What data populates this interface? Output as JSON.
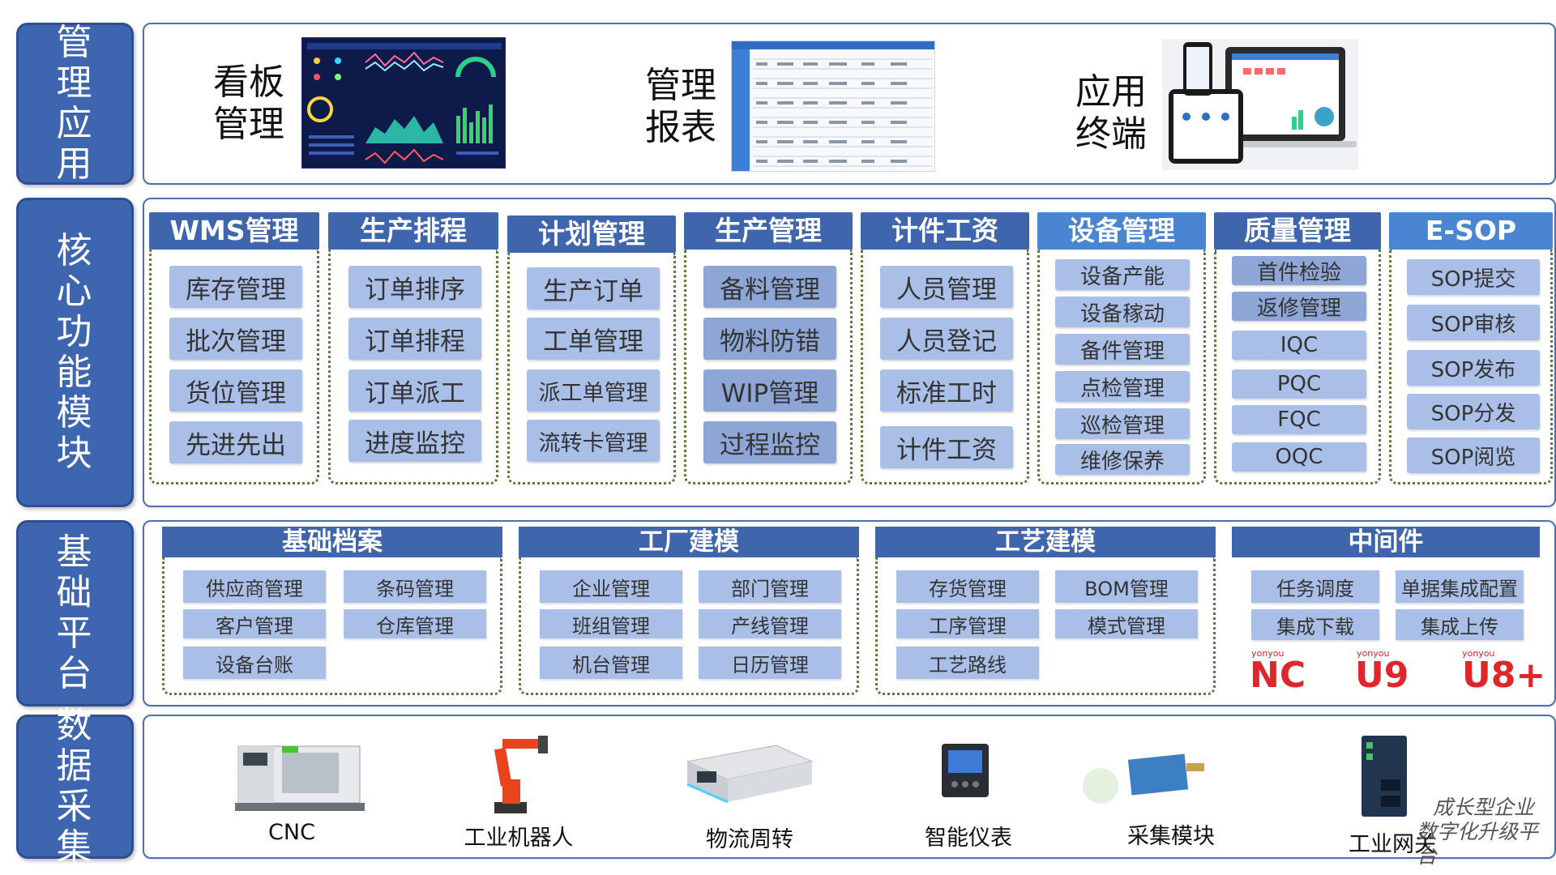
{
  "row_labels": {
    "management": "管理应用",
    "core": "核心功能模块",
    "base": "基础平台",
    "data": "数据采集"
  },
  "management_apps": [
    {
      "label": "看板管理"
    },
    {
      "label": "管理报表"
    },
    {
      "label": "应用终端"
    }
  ],
  "core_modules": [
    {
      "title": "WMS管理",
      "items": [
        "库存管理",
        "批次管理",
        "货位管理",
        "先进先出"
      ]
    },
    {
      "title": "生产排程",
      "items": [
        "订单排序",
        "订单排程",
        "订单派工",
        "进度监控"
      ]
    },
    {
      "title": "计划管理",
      "items": [
        "生产订单",
        "工单管理",
        "派工单管理",
        "流转卡管理"
      ]
    },
    {
      "title": "生产管理",
      "items": [
        "备料管理",
        "物料防错",
        "WIP管理",
        "过程监控"
      ]
    },
    {
      "title": "计件工资",
      "items": [
        "人员管理",
        "人员登记",
        "标准工时",
        "计件工资"
      ]
    },
    {
      "title": "设备管理",
      "items": [
        "设备产能",
        "设备稼动",
        "备件管理",
        "点检管理",
        "巡检管理",
        "维修保养"
      ]
    },
    {
      "title": "质量管理",
      "items": [
        "首件检验",
        "返修管理",
        "IQC",
        "PQC",
        "FQC",
        "OQC"
      ]
    },
    {
      "title": "E-SOP",
      "items": [
        "SOP提交",
        "SOP审核",
        "SOP发布",
        "SOP分发",
        "SOP阅览"
      ]
    }
  ],
  "base_groups": [
    {
      "title": "基础档案",
      "items": [
        "供应商管理",
        "条码管理",
        "客户管理",
        "仓库管理",
        "设备台账"
      ]
    },
    {
      "title": "工厂建模",
      "items": [
        "企业管理",
        "部门管理",
        "班组管理",
        "产线管理",
        "机台管理",
        "日历管理"
      ]
    },
    {
      "title": "工艺建模",
      "items": [
        "存货管理",
        "BOM管理",
        "工序管理",
        "模式管理",
        "工艺路线"
      ]
    },
    {
      "title": "中间件",
      "items": [
        "任务调度",
        "单据集成配置",
        "集成下载",
        "集成上传"
      ]
    }
  ],
  "erp_logos": [
    {
      "brand": "yonyou",
      "name": "NC"
    },
    {
      "brand": "yonyou",
      "name": "U9"
    },
    {
      "brand": "yonyou",
      "name": "U8+"
    }
  ],
  "devices": [
    {
      "label": "CNC"
    },
    {
      "label": "工业机器人"
    },
    {
      "label": "物流周转"
    },
    {
      "label": "智能仪表"
    },
    {
      "label": "采集模块"
    },
    {
      "label": "工业网关"
    }
  ],
  "watermark": {
    "line1": "成长型企业",
    "line2": "数字化升级平台"
  },
  "colors": {
    "label_blue": "#3e65b0",
    "header_blue": "#3f66ad",
    "item_blue": "#a9bfe8",
    "dotted_green": "#5a7a3a",
    "logo_red": "#e0262b"
  }
}
